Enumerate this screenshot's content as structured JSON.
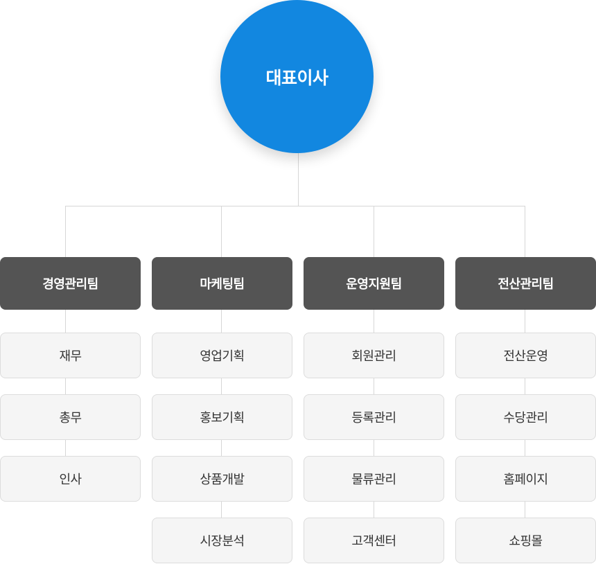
{
  "ceo": {
    "label": "대표이사"
  },
  "departments": [
    {
      "name": "경영관리팀",
      "subs": [
        "재무",
        "총무",
        "인사"
      ]
    },
    {
      "name": "마케팅팀",
      "subs": [
        "영업기획",
        "홍보기획",
        "상품개발",
        "시장분석"
      ]
    },
    {
      "name": "운영지원팀",
      "subs": [
        "회원관리",
        "등록관리",
        "물류관리",
        "고객센터"
      ]
    },
    {
      "name": "전산관리팀",
      "subs": [
        "전산운영",
        "수당관리",
        "홈페이지",
        "쇼핑몰"
      ]
    }
  ],
  "colors": {
    "ceo_fill": "#1287e0",
    "dept_fill": "#545454",
    "sub_fill": "#f5f5f5",
    "connector": "#d6d6d6"
  }
}
